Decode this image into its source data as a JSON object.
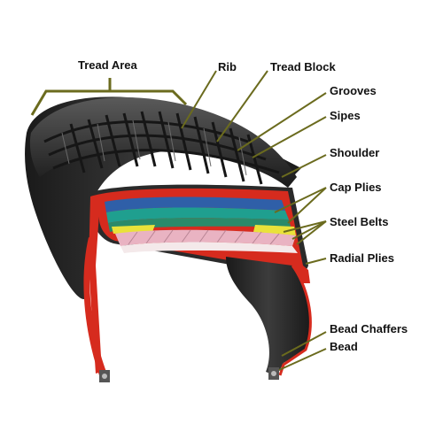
{
  "labels": {
    "tread_area": "Tread Area",
    "rib": "Rib",
    "tread_block": "Tread Block",
    "grooves": "Grooves",
    "sipes": "Sipes",
    "shoulder": "Shoulder",
    "cap_plies": "Cap Plies",
    "steel_belts": "Steel Belts",
    "radial_plies": "Radial Plies",
    "bead_chaffers": "Bead Chaffers",
    "bead": "Bead"
  },
  "colors": {
    "rubber": "#2a2a2a",
    "rubber_light": "#4a4a4a",
    "inner_liner": "#d62b1e",
    "cap_ply_blue": "#2f5fa8",
    "cap_ply_green": "#2a8a6a",
    "cap_ply_teal": "#1f9f8f",
    "steel_belt_yellow": "#e9e23a",
    "steel_belt_pink": "#e9b3c2",
    "leader_line": "#6b6b1e"
  }
}
